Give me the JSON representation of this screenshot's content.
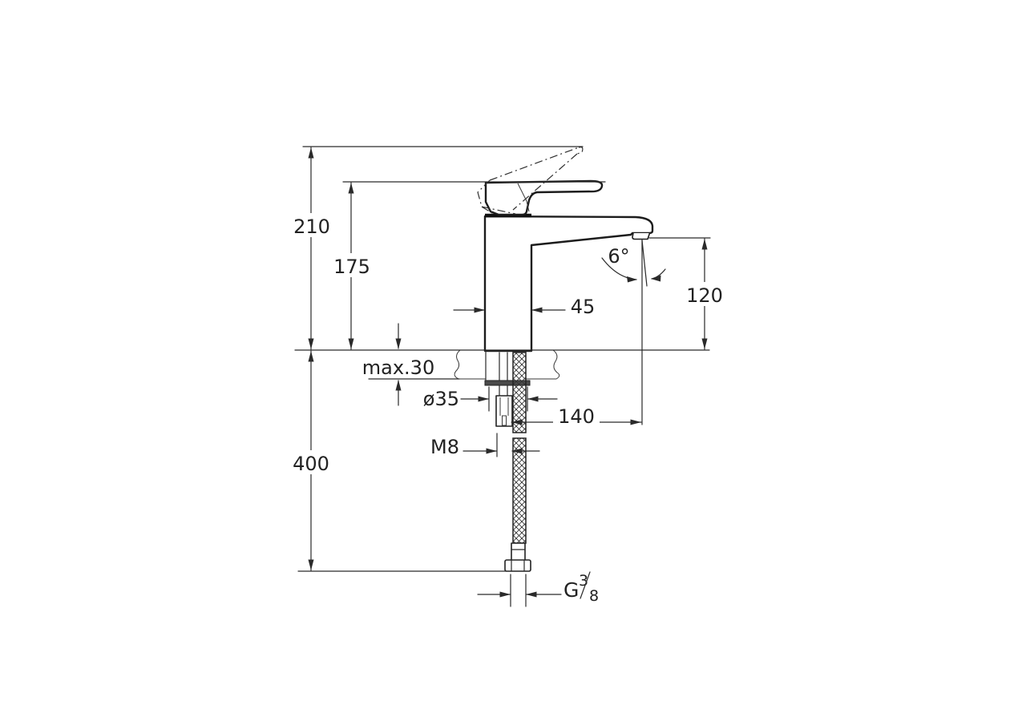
{
  "drawing": {
    "subject": "single-lever basin mixer tap, side elevation with installation dimensions",
    "units": "mm"
  },
  "labels": {
    "total_height": "210",
    "body_height": "175",
    "body_width": "45",
    "outlet_height": "120",
    "spout_angle": "6°",
    "max_deck": "max.30",
    "hole_dia": "ø35",
    "spout_reach": "140",
    "stud_thread": "M8",
    "hose_length": "400",
    "g_base": "G",
    "g_num": "3",
    "g_den": "8"
  }
}
